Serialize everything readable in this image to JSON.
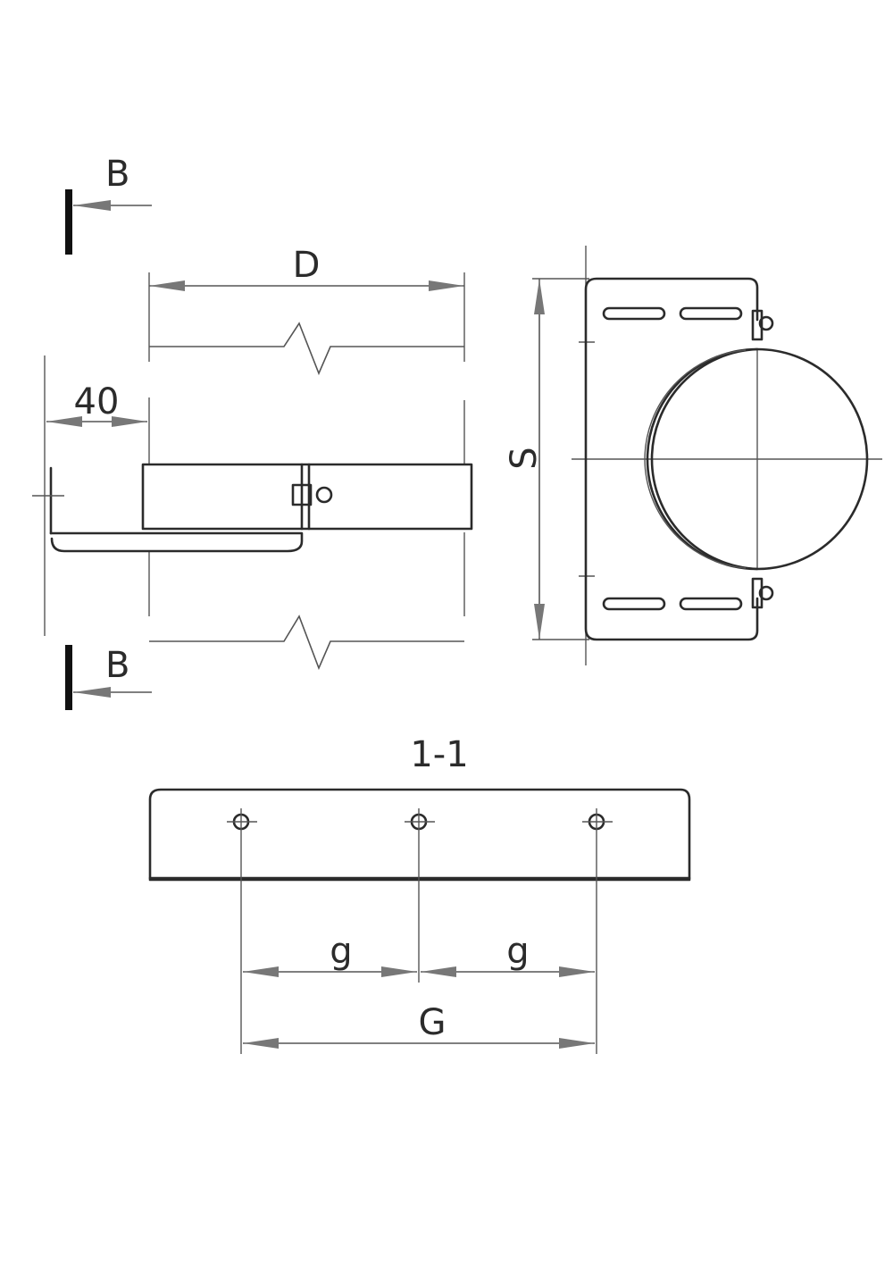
{
  "labels": {
    "section_top": "B",
    "section_bottom": "B",
    "depth": "D",
    "offset": "40",
    "span": "S",
    "section_title": "1-1",
    "pitch_left": "g",
    "pitch_right": "g",
    "total_pitch": "G"
  },
  "colors": {
    "stroke": "#2b2b2b",
    "dimension": "#555555",
    "arrowhead": "#777777",
    "background": "#ffffff"
  }
}
